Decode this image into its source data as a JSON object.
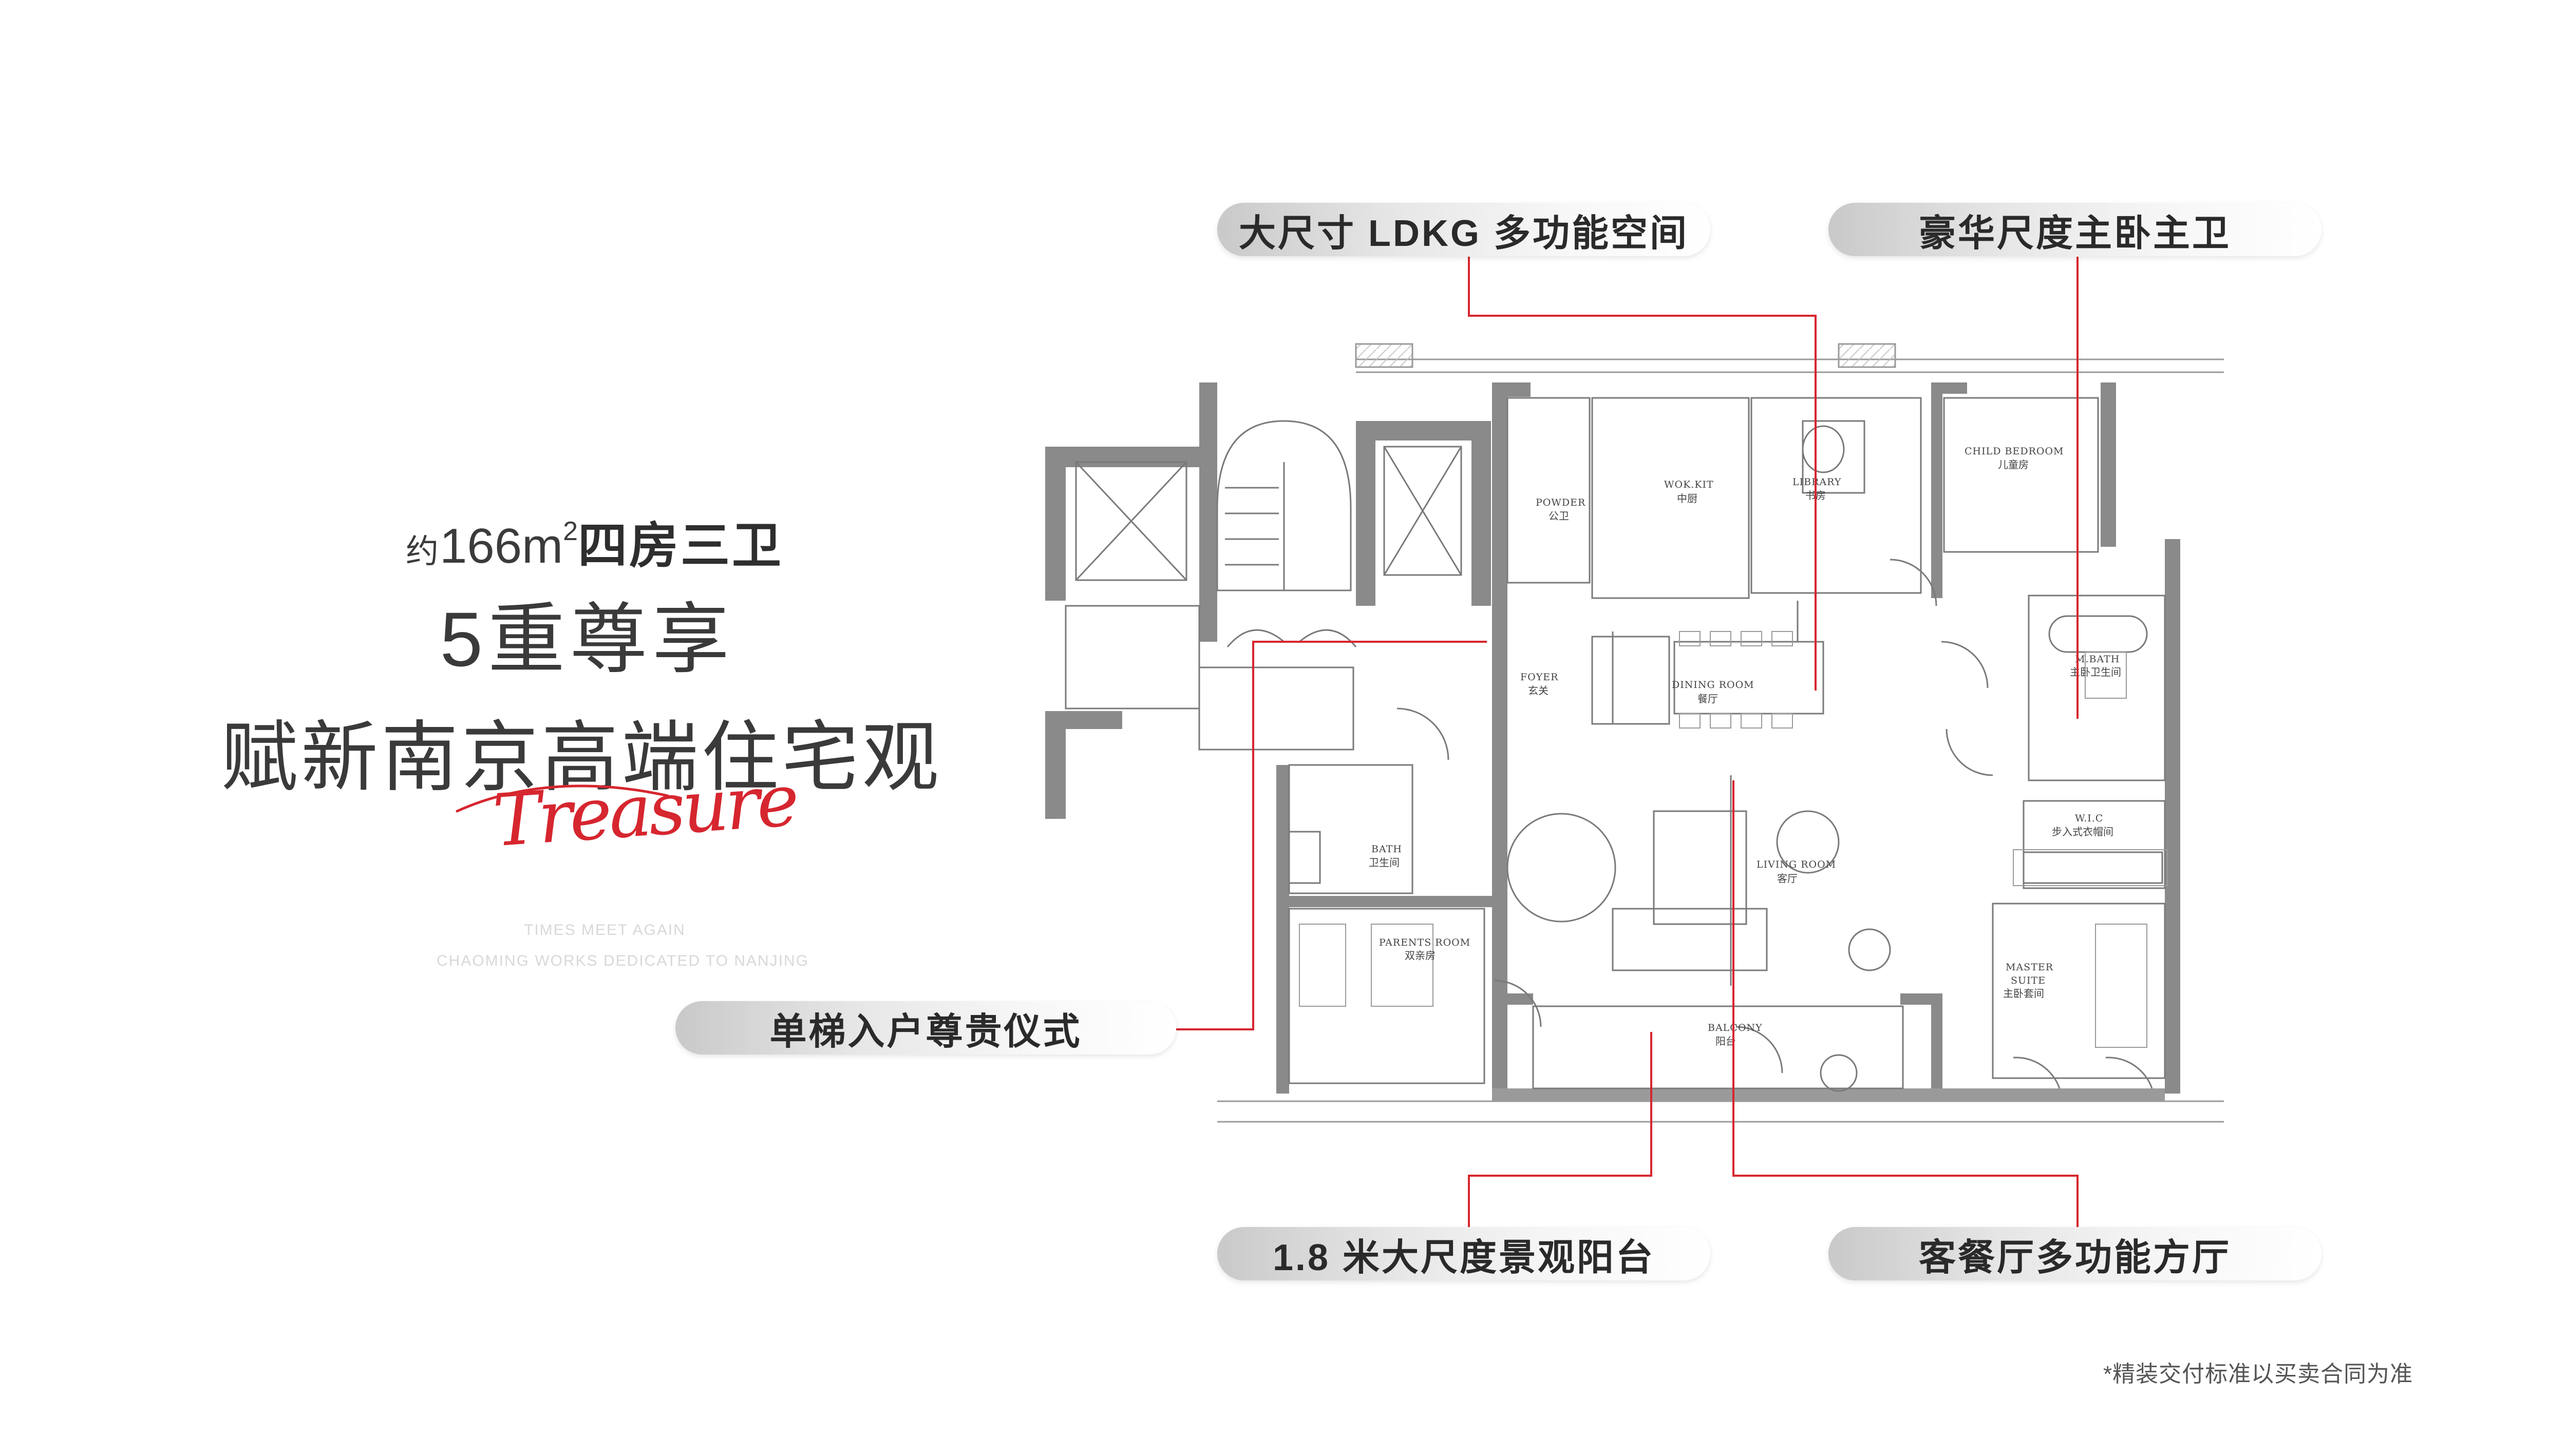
{
  "intro": {
    "area_prefix": "约",
    "area_value": "166m",
    "area_sup": "2",
    "area_rooms": "四房三卫",
    "headline_1": "5重尊享",
    "headline_2": "赋新南京高端住宅观",
    "script_word": "Treasure",
    "tagline_1": "TIMES MEET AGAIN",
    "tagline_2": "CHAOMING WORKS DEDICATED TO NANJING"
  },
  "callouts": {
    "ldkg": "大尺寸 LDKG 多功能空间",
    "master": "豪华尺度主卧主卫",
    "lift": "单梯入户尊贵仪式",
    "balcony": "1.8 米大尺度景观阳台",
    "living": "客餐厅多功能方厅"
  },
  "rooms": {
    "powder_en": "POWDER",
    "powder_cn": "公卫",
    "wokkit_en": "WOK.KIT",
    "wokkit_cn": "中厨",
    "library_en": "LIBRARY",
    "library_cn": "书房",
    "child_en": "CHILD BEDROOM",
    "child_cn": "儿童房",
    "foyer_en": "FOYER",
    "foyer_cn": "玄关",
    "dining_en": "DINING ROOM",
    "dining_cn": "餐厅",
    "mbath_en": "M.BATH",
    "mbath_cn": "主卧卫生间",
    "wic_en": "W.I.C",
    "wic_cn": "步入式衣帽间",
    "bath_en": "BATH",
    "bath_cn": "卫生间",
    "living_en": "LIVING ROOM",
    "living_cn": "客厅",
    "parents_en": "PARENTS ROOM",
    "parents_cn": "双亲房",
    "master_en_1": "MASTER",
    "master_en_2": "SUITE",
    "master_cn": "主卧套间",
    "balcony_en": "BALCONY",
    "balcony_cn": "阳台"
  },
  "footnote": "*精装交付标准以买卖合同为准",
  "colors": {
    "accent_red": "#d6262f",
    "wall_gray": "#8a8a8a",
    "line": "#7a7a7a"
  }
}
